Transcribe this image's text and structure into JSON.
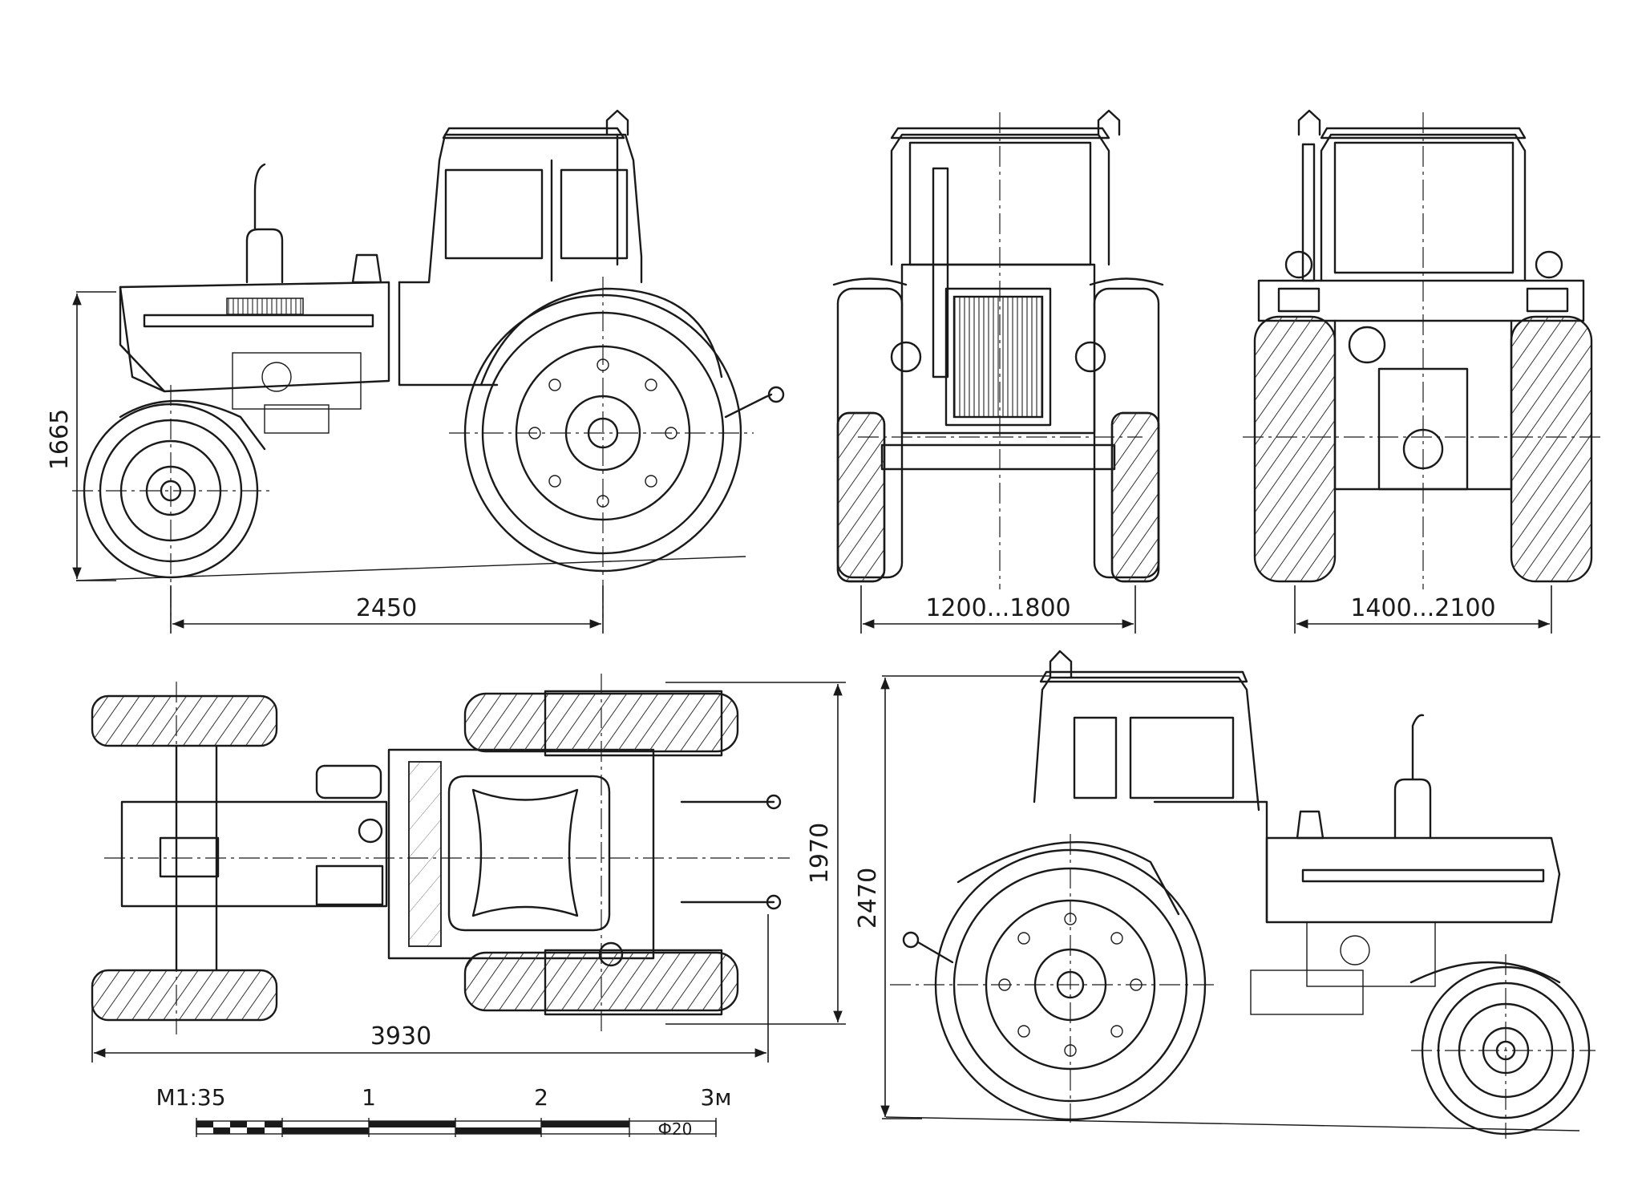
{
  "dimensions": {
    "side_height": "1665",
    "wheelbase": "2450",
    "front_track": "1200...1800",
    "rear_track": "1400...2100",
    "top_width": "1970",
    "overall_length": "3930",
    "overall_height": "2470"
  },
  "scale_bar": {
    "ratio": "M1:35",
    "mark_1": "1",
    "mark_2": "2",
    "mark_3": "3м",
    "note": "Ф20"
  },
  "colors": {
    "ink": "#1a1a1a",
    "paper": "#ffffff"
  }
}
